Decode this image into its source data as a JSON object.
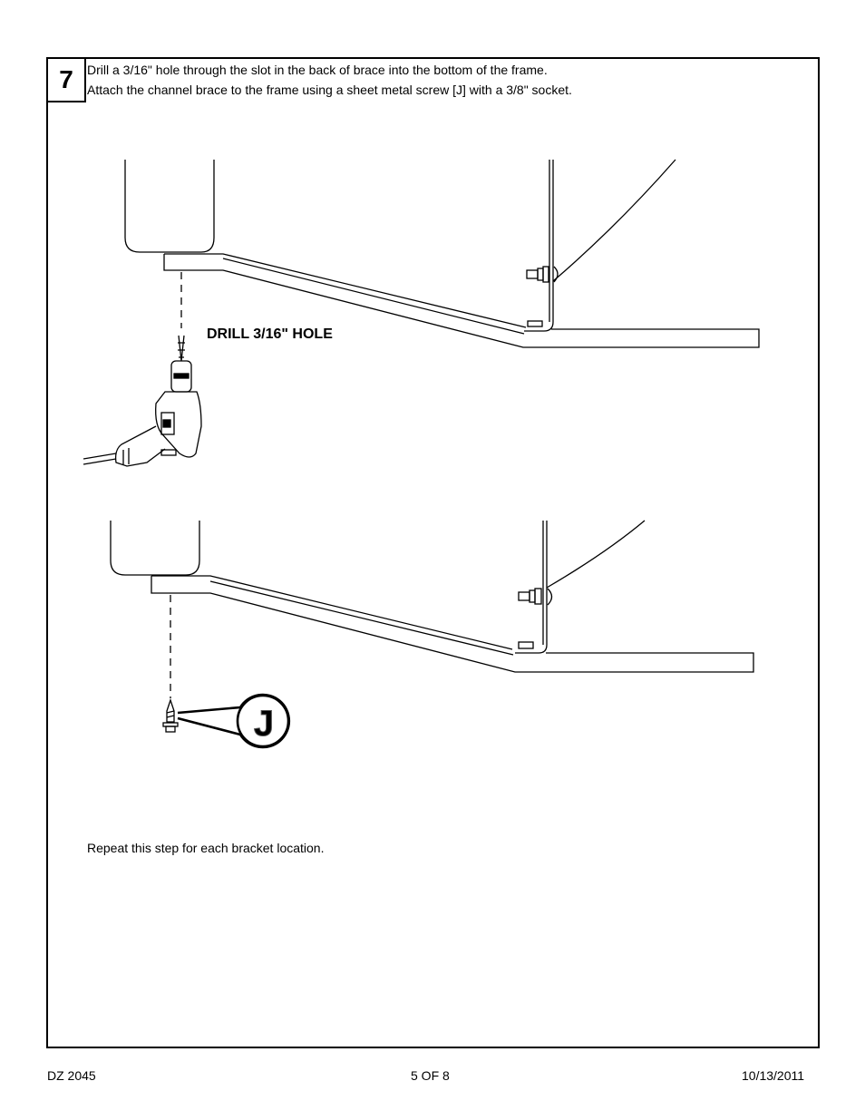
{
  "step": {
    "number": "7"
  },
  "instructions": [
    "Drill a 3/16\" hole through the slot in the back of brace into the bottom of the frame.",
    "Attach the channel brace to the frame using a sheet metal screw [J] with a 3/8\" socket."
  ],
  "figure1": {
    "label": "DRILL 3/16\" HOLE"
  },
  "figure2": {
    "callout": "J"
  },
  "note": "Repeat this step for each bracket location.",
  "footer": {
    "doc": "DZ 2045",
    "page": "5 OF 8",
    "date": "10/13/2011"
  },
  "icons": [
    "drill-icon",
    "screw-icon"
  ]
}
